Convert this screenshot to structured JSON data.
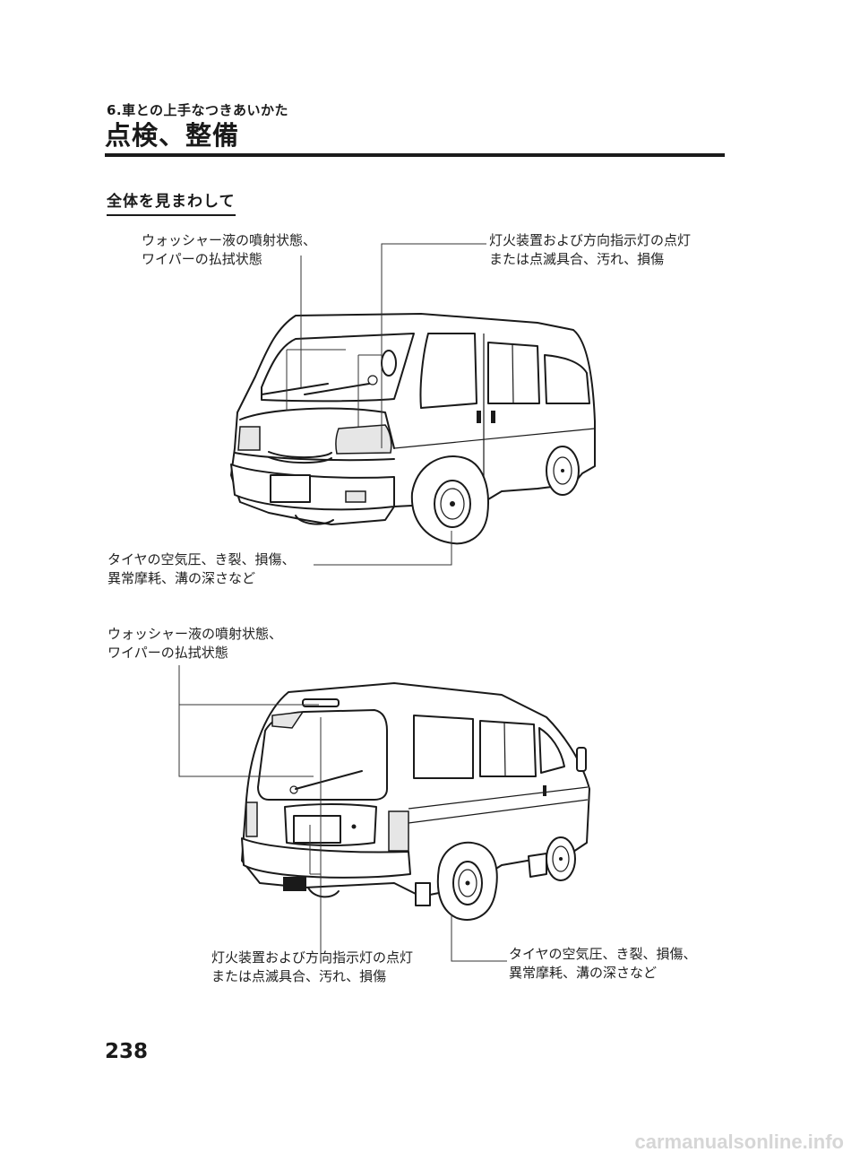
{
  "header": {
    "chapter": "6.車との上手なつきあいかた",
    "title": "点検、整備"
  },
  "section": {
    "heading": "全体を見まわして"
  },
  "front_view": {
    "washer_label": [
      "ウォッシャー液の噴射状態、",
      "ワイパーの払拭状態"
    ],
    "lights_label": [
      "灯火装置および方向指示灯の点灯",
      "または点滅具合、汚れ、損傷"
    ],
    "tire_label": [
      "タイヤの空気圧、き裂、損傷、",
      "異常摩耗、溝の深さなど"
    ]
  },
  "rear_view": {
    "washer_label": [
      "ウォッシャー液の噴射状態、",
      "ワイパーの払拭状態"
    ],
    "lights_label": [
      "灯火装置および方向指示灯の点灯",
      "または点滅具合、汚れ、損傷"
    ],
    "tire_label": [
      "タイヤの空気圧、き裂、損傷、",
      "異常摩耗、溝の深さなど"
    ]
  },
  "footer": {
    "page_number": "238",
    "watermark": "carmanualsonline.info"
  }
}
